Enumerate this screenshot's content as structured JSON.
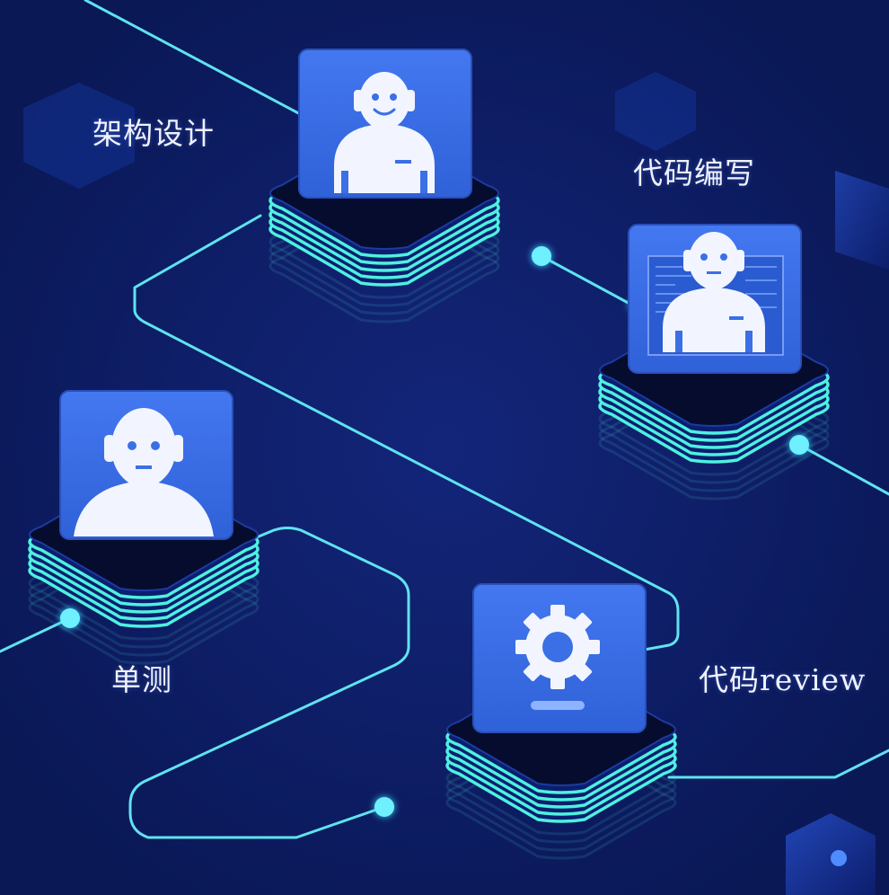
{
  "nodes": [
    {
      "id": "arch",
      "label": "架构设计",
      "icon": "robot-smile-icon"
    },
    {
      "id": "code",
      "label": "代码编写",
      "icon": "robot-screen-icon"
    },
    {
      "id": "unit",
      "label": "单测",
      "icon": "robot-plain-icon"
    },
    {
      "id": "review",
      "label": "代码review",
      "icon": "gear-icon"
    }
  ],
  "colors": {
    "background": "#0b1a5c",
    "card": "#3b6fe6",
    "platform_top": "#050c2e",
    "ring": "#4ff0e0",
    "wire": "#5fe3f0",
    "figure": "#f2f5ff"
  }
}
